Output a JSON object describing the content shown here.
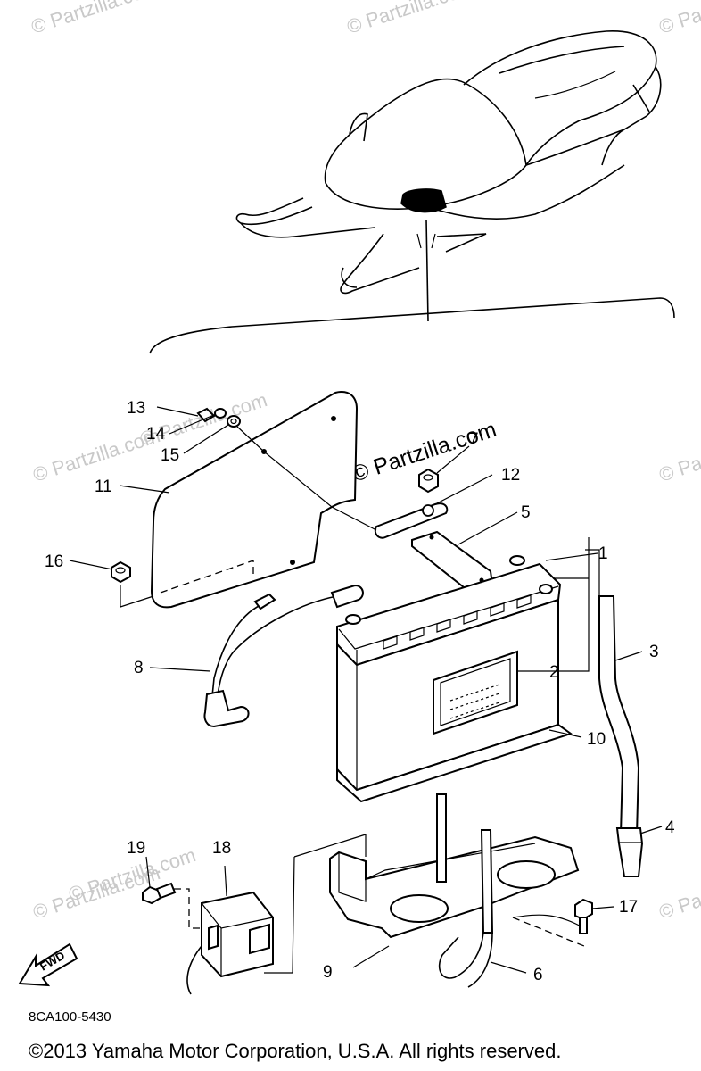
{
  "watermarks": {
    "site": "© Partzilla.com",
    "center": "© Partzilla.com"
  },
  "callouts": [
    "1",
    "2",
    "3",
    "4",
    "5",
    "6",
    "7",
    "8",
    "9",
    "10",
    "11",
    "12",
    "13",
    "14",
    "15",
    "16",
    "17",
    "18",
    "19"
  ],
  "fwd_label": "FWD",
  "part_code": "8CA100-5430",
  "copyright": "©2013 Yamaha Motor Corporation, U.S.A. All rights reserved.",
  "colors": {
    "ink": "#000000",
    "watermark": "#c9c9c9",
    "background": "#ffffff"
  }
}
